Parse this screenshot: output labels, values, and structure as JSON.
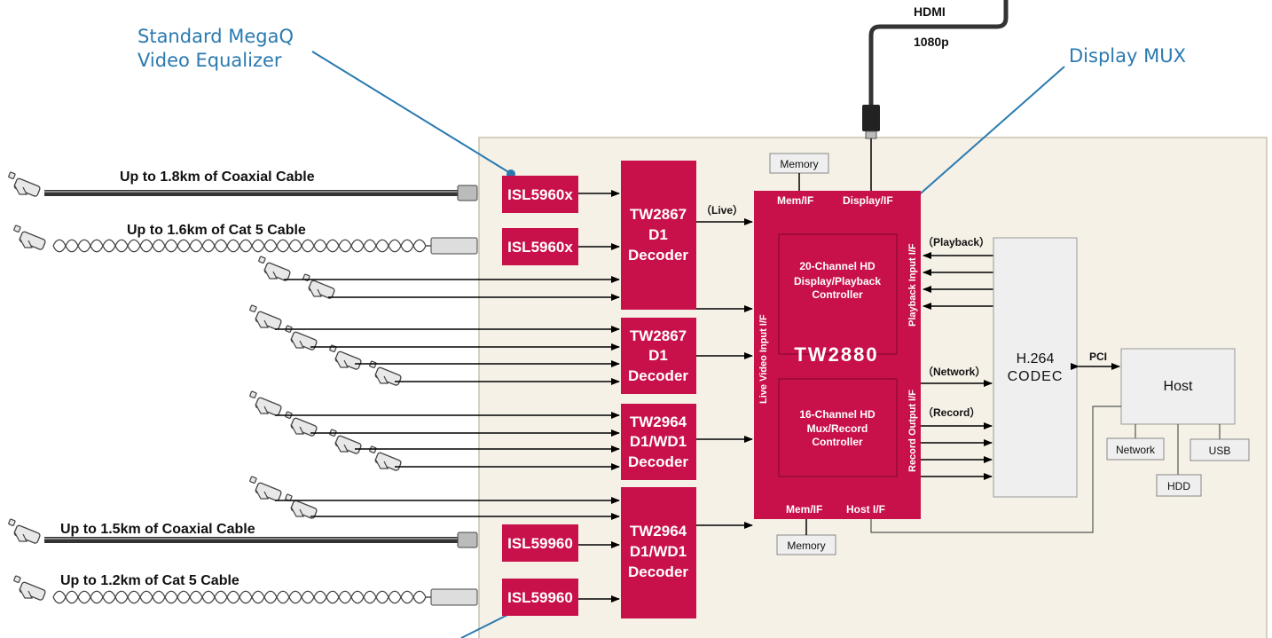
{
  "callouts": {
    "equalizer_line1": "Standard MegaQ",
    "equalizer_line2": "Video Equalizer",
    "display_mux": "Display MUX"
  },
  "hdmi": {
    "label": "HDMI",
    "resolution": "1080p"
  },
  "cables": {
    "coax_top": "Up to 1.8km of Coaxial Cable",
    "cat5_top": "Up to 1.6km of Cat 5 Cable",
    "coax_bottom": "Up to 1.5km of Coaxial Cable",
    "cat5_bottom": "Up to 1.2km of Cat 5 Cable"
  },
  "equalizers": [
    "ISL5960x",
    "ISL5960x",
    "ISL59960",
    "ISL59960"
  ],
  "decoders": [
    {
      "line1": "TW2867",
      "line2": "D1",
      "line3": "Decoder"
    },
    {
      "line1": "TW2867",
      "line2": "D1",
      "line3": "Decoder"
    },
    {
      "line1": "TW2964",
      "line2": "D1/WD1",
      "line3": "Decoder"
    },
    {
      "line1": "TW2964",
      "line2": "D1/WD1",
      "line3": "Decoder"
    }
  ],
  "main_chip": {
    "name": "TW2880",
    "mem_if_top": "Mem/IF",
    "display_if": "Display/IF",
    "mem_if_bottom": "Mem/IF",
    "host_if": "Host I/F",
    "live_input": "Live Video Input I/F",
    "playback_input": "Playback Input I/F",
    "record_output": "Record Output I/F",
    "display_controller": [
      "20-Channel HD",
      "Display/Playback",
      "Controller"
    ],
    "mux_controller": [
      "16-Channel HD",
      "Mux/Record",
      "Controller"
    ]
  },
  "signals": {
    "live": "（Live）",
    "playback": "（Playback）",
    "network": "（Network）",
    "record": "（Record）",
    "pci": "PCI"
  },
  "memory_top": "Memory",
  "memory_bottom": "Memory",
  "codec": {
    "line1": "H.264",
    "line2": "CODEC"
  },
  "host": {
    "label": "Host",
    "network": "Network",
    "hdd": "HDD",
    "usb": "USB"
  },
  "colors": {
    "chip": "#c8104a",
    "board": "#f5f1e6",
    "callout": "#2a7ab0",
    "box_fill": "#efefef"
  }
}
